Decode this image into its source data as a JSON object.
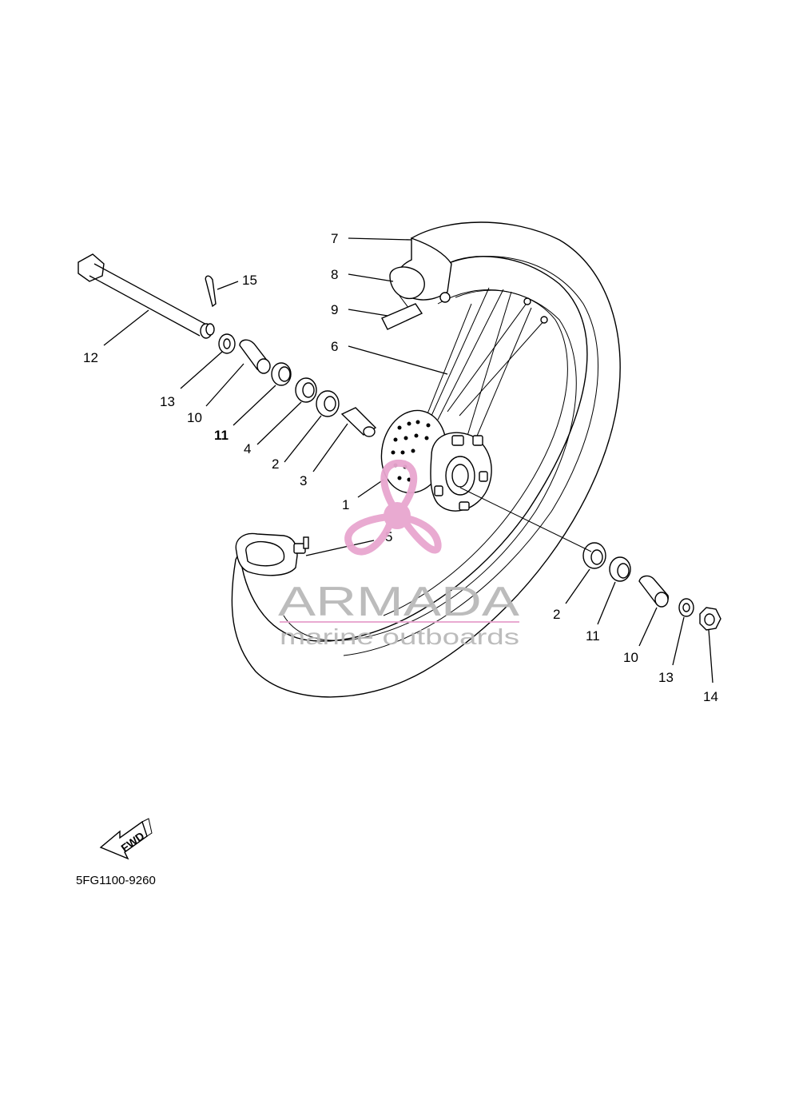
{
  "diagram": {
    "drawing_code": "5FG1100-9260",
    "fwd_label": "FWD",
    "callouts": [
      {
        "id": "c7",
        "text": "7"
      },
      {
        "id": "c8",
        "text": "8"
      },
      {
        "id": "c9",
        "text": "9"
      },
      {
        "id": "c6",
        "text": "6"
      },
      {
        "id": "c15",
        "text": "15"
      },
      {
        "id": "c12",
        "text": "12"
      },
      {
        "id": "c13a",
        "text": "13"
      },
      {
        "id": "c10a",
        "text": "10"
      },
      {
        "id": "c11a",
        "text": "11"
      },
      {
        "id": "c4",
        "text": "4"
      },
      {
        "id": "c2a",
        "text": "2"
      },
      {
        "id": "c3",
        "text": "3"
      },
      {
        "id": "c1",
        "text": "1"
      },
      {
        "id": "c5",
        "text": "5"
      },
      {
        "id": "c2b",
        "text": "2"
      },
      {
        "id": "c11b",
        "text": "11"
      },
      {
        "id": "c10b",
        "text": "10"
      },
      {
        "id": "c13b",
        "text": "13"
      },
      {
        "id": "c14",
        "text": "14"
      }
    ]
  },
  "watermark": {
    "brand": "ARMADA",
    "tagline": "marine outboards",
    "colors": {
      "pink": "#e8a6cf",
      "gray": "#b9b9b9"
    }
  }
}
